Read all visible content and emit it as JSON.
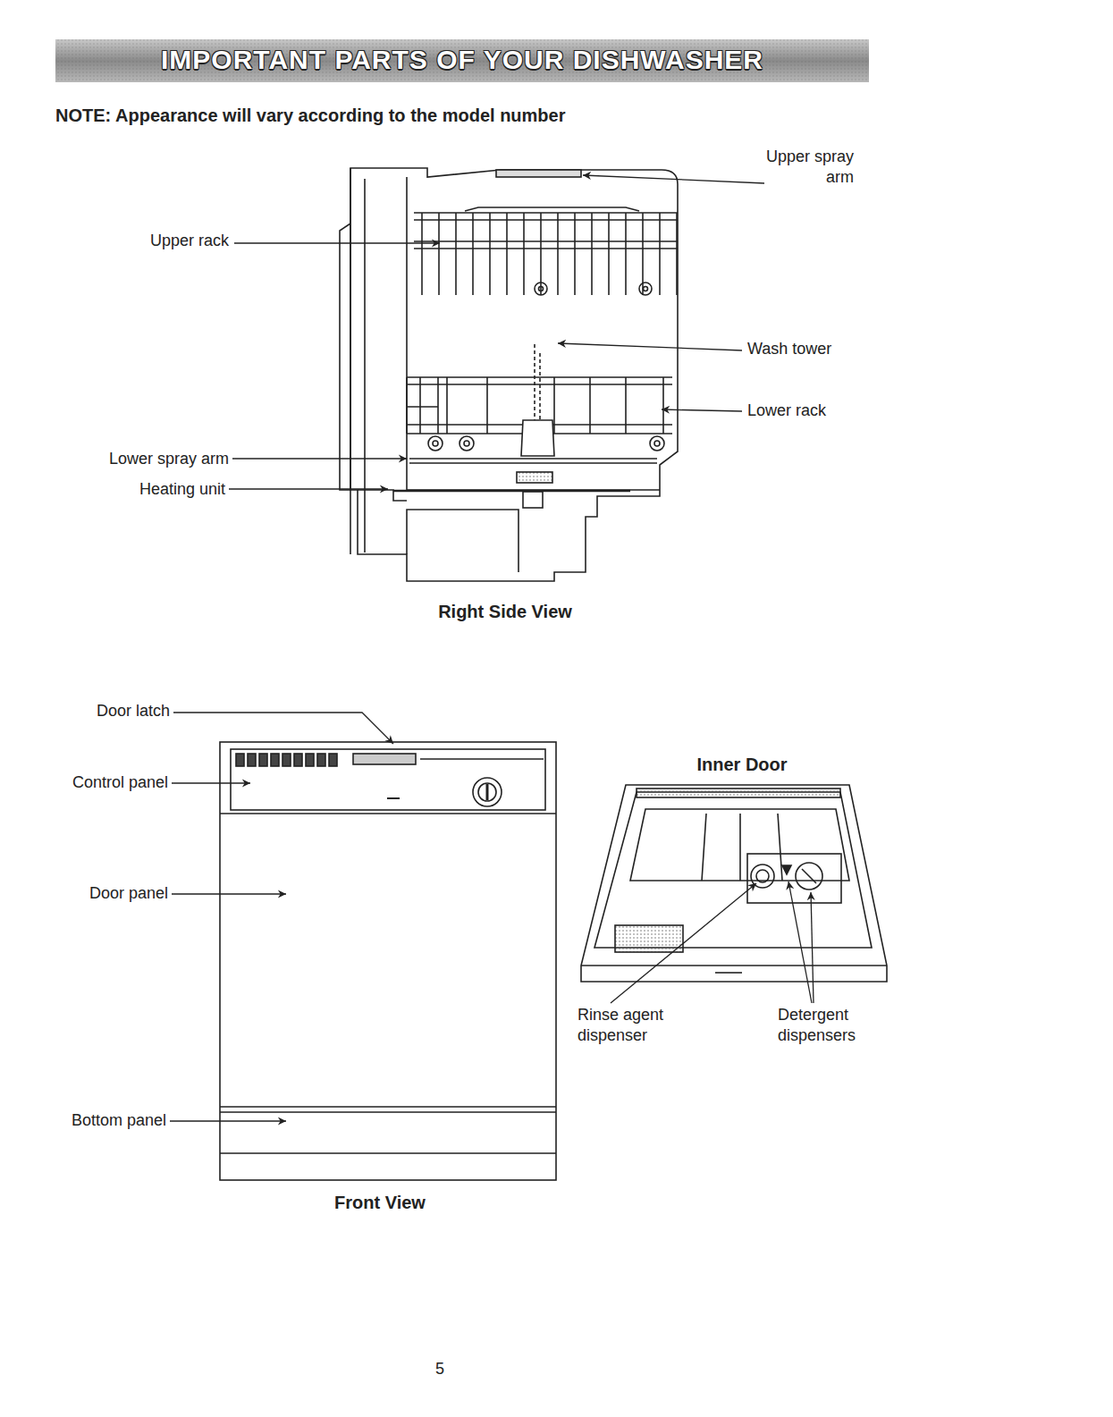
{
  "diagram": {
    "title": "IMPORTANT PARTS OF YOUR DISHWASHER",
    "labels": [
      "NOTE: Appearance will vary according to the model number",
      "Upper spray arm",
      "Upper rack",
      "Wash tower",
      "Lower rack",
      "Lower spray arm",
      "Heating unit",
      "Right Side View",
      "Door latch",
      "Control panel",
      "Inner Door",
      "Door panel",
      "Rinse agent dispenser",
      "Detergent dispensers",
      "Bottom panel",
      "Front View",
      "5"
    ]
  }
}
